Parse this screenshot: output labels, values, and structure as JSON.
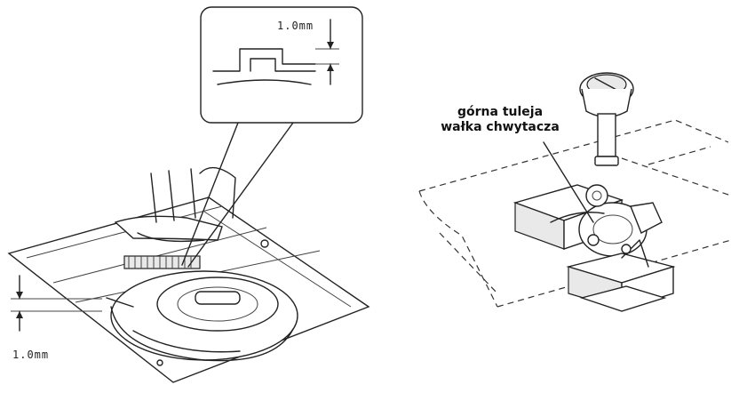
{
  "left_diagram": {
    "inset_measure_label": "1.0mm",
    "side_measure_label": "1.0mm"
  },
  "right_diagram": {
    "callout_line1": "górna tuleja",
    "callout_line2": "wałka chwytacza"
  }
}
